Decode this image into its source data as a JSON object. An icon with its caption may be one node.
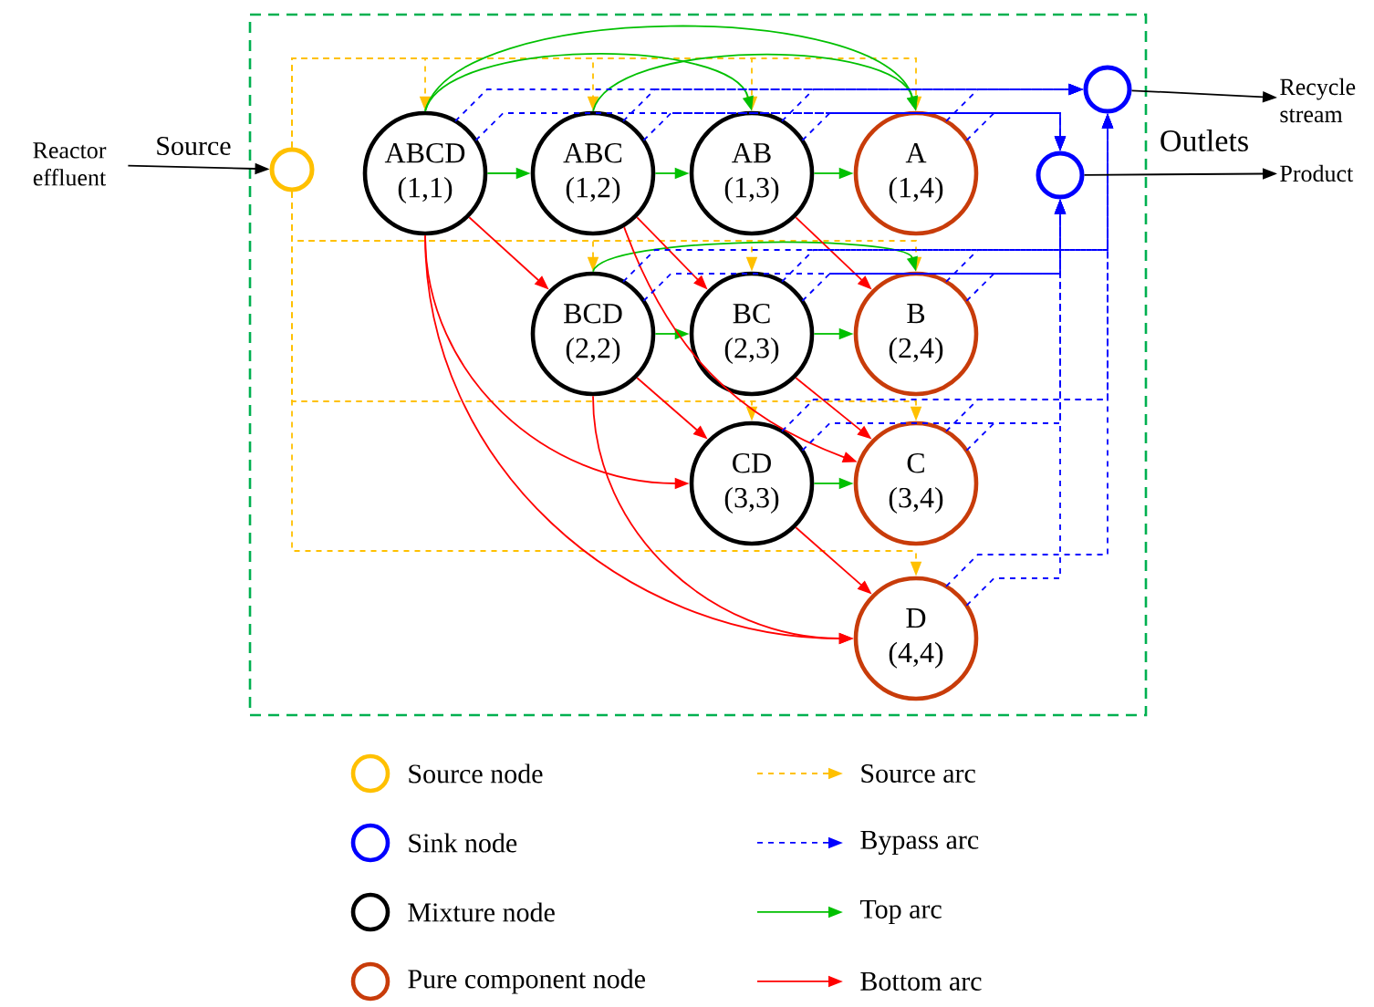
{
  "diagram": {
    "nodes": [
      {
        "text": [
          "Reactor effluent"
        ]
      },
      {
        "text": [],
        "shape": "box"
      },
      {
        "text": [],
        "shape": "circle",
        "beside": [
          "Source"
        ],
        "in": 1
      },
      {
        "text": [
          "ABCD",
          "(1,1)"
        ],
        "in": 1
      },
      {
        "text": [
          "ABC",
          "(1,2)"
        ],
        "in": 1
      },
      {
        "text": [
          "AB",
          "(1,3)"
        ],
        "in": 1
      },
      {
        "text": [
          "A",
          "(1,4)"
        ],
        "in": 1
      },
      {
        "text": [
          "BCD",
          "(2,2)"
        ],
        "in": 1
      },
      {
        "text": [
          "BC",
          "(2,3)"
        ],
        "in": 1
      },
      {
        "text": [
          "B",
          "(2,4)"
        ],
        "in": 1
      },
      {
        "text": [
          "CD",
          "(3,3)"
        ],
        "in": 1
      },
      {
        "text": [
          "C",
          "(3,4)"
        ],
        "in": 1
      },
      {
        "text": [
          "D",
          "(4,4)"
        ],
        "in": 1
      },
      {
        "text": [],
        "shape": "circle",
        "in": 1
      },
      {
        "text": [],
        "shape": "circle",
        "in": 1
      },
      {
        "text": [
          "Recycle stream"
        ]
      },
      {
        "text": [
          "Product"
        ]
      }
    ],
    "edges": [
      {
        "from": 0,
        "to": 2,
        "arrow": "to",
        "color": "#000000"
      },
      {
        "from": 2,
        "to": 3,
        "arrow": "to",
        "style": "dashed",
        "color": "#ffc000"
      },
      {
        "from": 2,
        "to": 4,
        "arrow": "to",
        "style": "dashed",
        "color": "#ffc000"
      },
      {
        "from": 2,
        "to": 5,
        "arrow": "to",
        "style": "dashed",
        "color": "#ffc000"
      },
      {
        "from": 2,
        "to": 6,
        "arrow": "to",
        "style": "dashed",
        "color": "#ffc000"
      },
      {
        "from": 2,
        "to": 7,
        "arrow": "to",
        "style": "dashed",
        "color": "#ffc000"
      },
      {
        "from": 2,
        "to": 8,
        "arrow": "to",
        "style": "dashed",
        "color": "#ffc000"
      },
      {
        "from": 2,
        "to": 9,
        "arrow": "to",
        "style": "dashed",
        "color": "#ffc000"
      },
      {
        "from": 2,
        "to": 10,
        "arrow": "to",
        "style": "dashed",
        "color": "#ffc000"
      },
      {
        "from": 2,
        "to": 11,
        "arrow": "to",
        "style": "dashed",
        "color": "#ffc000"
      },
      {
        "from": 2,
        "to": 12,
        "arrow": "to",
        "style": "dashed",
        "color": "#ffc000"
      },
      {
        "from": 3,
        "to": 4,
        "arrow": "to",
        "color": "#00c000"
      },
      {
        "from": 3,
        "to": 5,
        "arrow": "to",
        "color": "#00c000"
      },
      {
        "from": 3,
        "to": 6,
        "arrow": "to",
        "color": "#00c000"
      },
      {
        "from": 4,
        "to": 5,
        "arrow": "to",
        "color": "#00c000"
      },
      {
        "from": 4,
        "to": 6,
        "arrow": "to",
        "color": "#00c000"
      },
      {
        "from": 5,
        "to": 6,
        "arrow": "to",
        "color": "#00c000"
      },
      {
        "from": 7,
        "to": 8,
        "arrow": "to",
        "color": "#00c000"
      },
      {
        "from": 7,
        "to": 9,
        "arrow": "to",
        "color": "#00c000"
      },
      {
        "from": 8,
        "to": 9,
        "arrow": "to",
        "color": "#00c000"
      },
      {
        "from": 10,
        "to": 11,
        "arrow": "to",
        "color": "#00c000"
      },
      {
        "from": 3,
        "to": 7,
        "arrow": "to",
        "color": "#ff0000"
      },
      {
        "from": 3,
        "to": 10,
        "arrow": "to",
        "color": "#ff0000"
      },
      {
        "from": 3,
        "to": 12,
        "arrow": "to",
        "color": "#ff0000"
      },
      {
        "from": 4,
        "to": 8,
        "arrow": "to",
        "color": "#ff0000"
      },
      {
        "from": 4,
        "to": 11,
        "arrow": "to",
        "color": "#ff0000"
      },
      {
        "from": 5,
        "to": 9,
        "arrow": "to",
        "color": "#ff0000"
      },
      {
        "from": 7,
        "to": 10,
        "arrow": "to",
        "color": "#ff0000"
      },
      {
        "from": 7,
        "to": 12,
        "arrow": "to",
        "color": "#ff0000"
      },
      {
        "from": 8,
        "to": 11,
        "arrow": "to",
        "color": "#ff0000"
      },
      {
        "from": 10,
        "to": 12,
        "arrow": "to",
        "color": "#ff0000"
      },
      {
        "from": 3,
        "to": 13,
        "arrow": "to",
        "style": "dashed"
      },
      {
        "from": 3,
        "to": 14,
        "arrow": "to",
        "style": "dashed"
      },
      {
        "from": 4,
        "to": 13,
        "arrow": "to",
        "style": "dashed"
      },
      {
        "from": 4,
        "to": 14,
        "arrow": "to",
        "style": "dashed"
      },
      {
        "from": 5,
        "to": 13,
        "arrow": "to",
        "style": "dashed"
      },
      {
        "from": 5,
        "to": 14,
        "arrow": "to",
        "style": "dashed"
      },
      {
        "from": 6,
        "to": 13,
        "arrow": "to",
        "style": "dashed"
      },
      {
        "from": 6,
        "to": 14,
        "arrow": "to",
        "style": "dashed"
      },
      {
        "from": 7,
        "to": 13,
        "arrow": "to",
        "style": "dashed"
      },
      {
        "from": 7,
        "to": 14,
        "arrow": "to",
        "style": "dashed"
      },
      {
        "from": 8,
        "to": 13,
        "arrow": "to",
        "style": "dashed"
      },
      {
        "from": 8,
        "to": 14,
        "arrow": "to",
        "style": "dashed"
      },
      {
        "from": 9,
        "to": 13,
        "arrow": "to",
        "style": "dashed"
      },
      {
        "from": 9,
        "to": 14,
        "arrow": "to",
        "style": "dashed"
      },
      {
        "from": 10,
        "to": 13,
        "arrow": "to",
        "style": "dashed"
      },
      {
        "from": 10,
        "to": 14,
        "arrow": "to",
        "style": "dashed"
      },
      {
        "from": 11,
        "to": 13,
        "arrow": "to",
        "style": "dashed"
      },
      {
        "from": 11,
        "to": 14,
        "arrow": "to",
        "style": "dashed"
      },
      {
        "from": 12,
        "to": 13,
        "arrow": "to",
        "style": "dashed"
      },
      {
        "from": 12,
        "to": 14,
        "arrow": "to",
        "style": "dashed"
      },
      {
        "from": 13,
        "to": 15,
        "arrow": "to",
        "color": "#000000"
      },
      {
        "from": 14,
        "to": 16,
        "arrow": "to",
        "color": "#000000"
      }
    ],
    "labels": [
      "Outlets"
    ],
    "legend": [
      {
        "text": "Source node"
      },
      {
        "text": "Source arc"
      },
      {
        "text": "Sink node"
      },
      {
        "text": "Bypass arc"
      },
      {
        "text": "Mixture node"
      },
      {
        "text": "Top arc"
      },
      {
        "text": "Pure component node"
      },
      {
        "text": "Bottom arc"
      }
    ]
  }
}
